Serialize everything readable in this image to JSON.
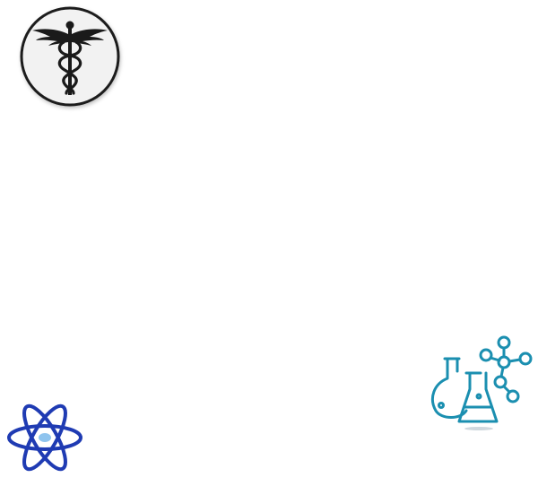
{
  "icons": [
    {
      "id": "caduceus",
      "name": "caduceus-icon"
    },
    {
      "id": "atom",
      "name": "atom-icon"
    },
    {
      "id": "lab",
      "name": "lab-flasks-molecule-icon"
    }
  ],
  "colors": {
    "background": "#ffffff",
    "caduceus_fill": "#f2f2f2",
    "caduceus_ink": "#1a1a1a",
    "atom_blue": "#1f3bb3",
    "atom_nucleus": "#8fc4ee",
    "lab_teal": "#1b8fb0"
  }
}
